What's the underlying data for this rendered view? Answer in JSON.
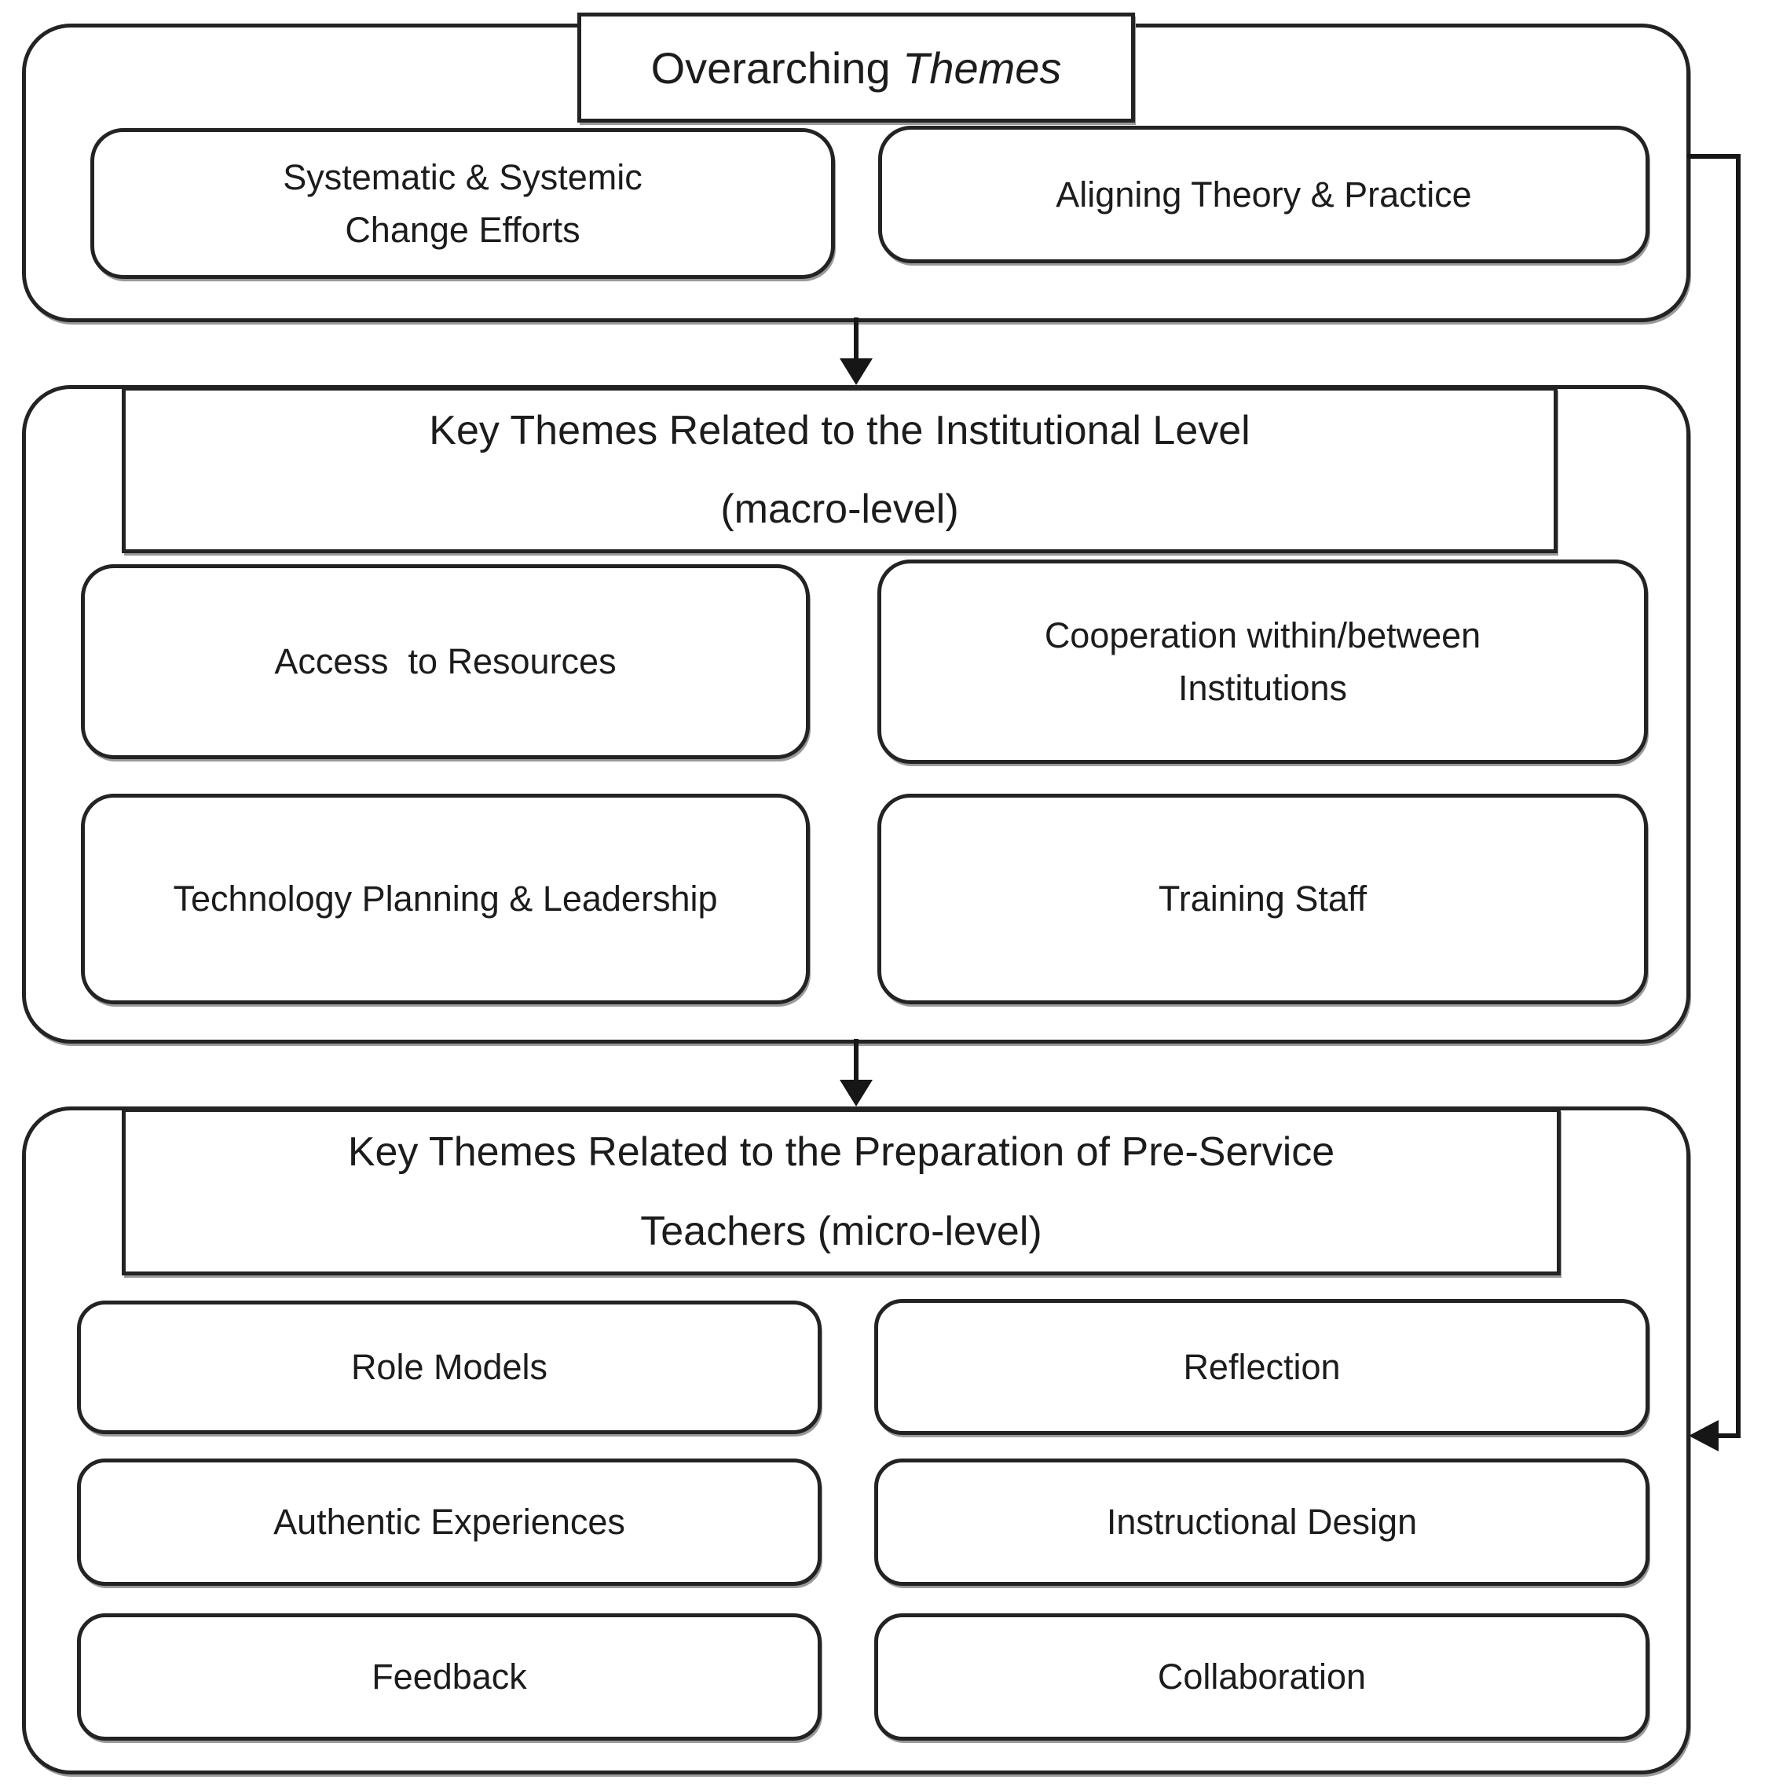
{
  "page": {
    "background_color": "#ffffff",
    "ink_color": "#1c1c1c"
  },
  "diagram": {
    "top_section": {
      "title": {
        "prefix": "Overarching ",
        "emphasis": "Themes"
      },
      "boxes": [
        {
          "label": "Systematic & Systemic Change Efforts"
        },
        {
          "label": "Aligning Theory & Practice"
        }
      ]
    },
    "middle_section": {
      "title_line1": "Key Themes Related to the Institutional Level",
      "title_line2": "(macro-level)",
      "boxes": [
        {
          "label": "Access  to Resources"
        },
        {
          "label": "Cooperation within/between Institutions"
        },
        {
          "label": "Technology Planning & Leadership"
        },
        {
          "label": "Training Staff"
        }
      ]
    },
    "bottom_section": {
      "title_line1": "Key Themes Related to the Preparation of Pre-Service",
      "title_line2": "Teachers (micro-level)",
      "boxes": [
        {
          "label": "Role Models"
        },
        {
          "label": "Reflection"
        },
        {
          "label": "Authentic Experiences"
        },
        {
          "label": "Instructional Design"
        },
        {
          "label": "Feedback"
        },
        {
          "label": "Collaboration"
        }
      ]
    }
  }
}
